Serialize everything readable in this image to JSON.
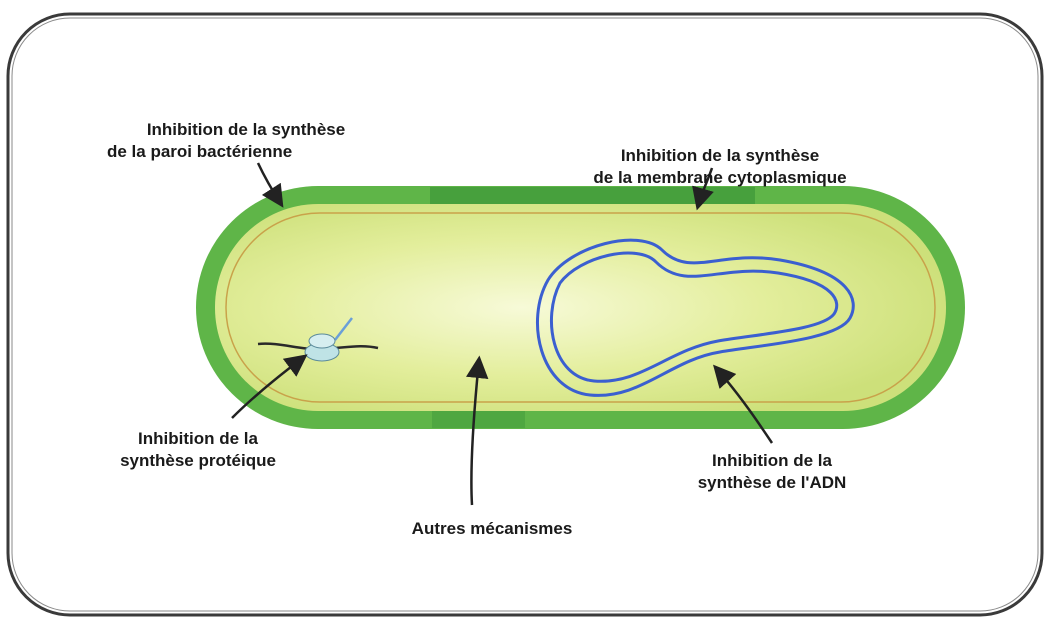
{
  "labels": {
    "cell_wall": {
      "line1": "Inhibition de la synthèse",
      "line2": "de la paroi bactérienne"
    },
    "membrane": {
      "line1": "Inhibition de la synthèse",
      "line2": "de la membrane cytoplasmique"
    },
    "protein": {
      "line1": "Inhibition de la",
      "line2": "synthèse protéique"
    },
    "dna": {
      "line1": "Inhibition de la",
      "line2": "synthèse de l'ADN"
    },
    "other": {
      "line1": "Autres mécanismes"
    }
  },
  "colors": {
    "frame": "#3a3a3a",
    "cell_wall": "#5fb548",
    "cell_wall_dark": "#3f9a3a",
    "cytoplasm_center": "#f4f8cf",
    "cytoplasm_edge": "#cfe27a",
    "membrane_line": "#c9a24a",
    "dna": "#3b5fd0",
    "ribosome": "#bfe3e6",
    "arrow": "#222222"
  }
}
